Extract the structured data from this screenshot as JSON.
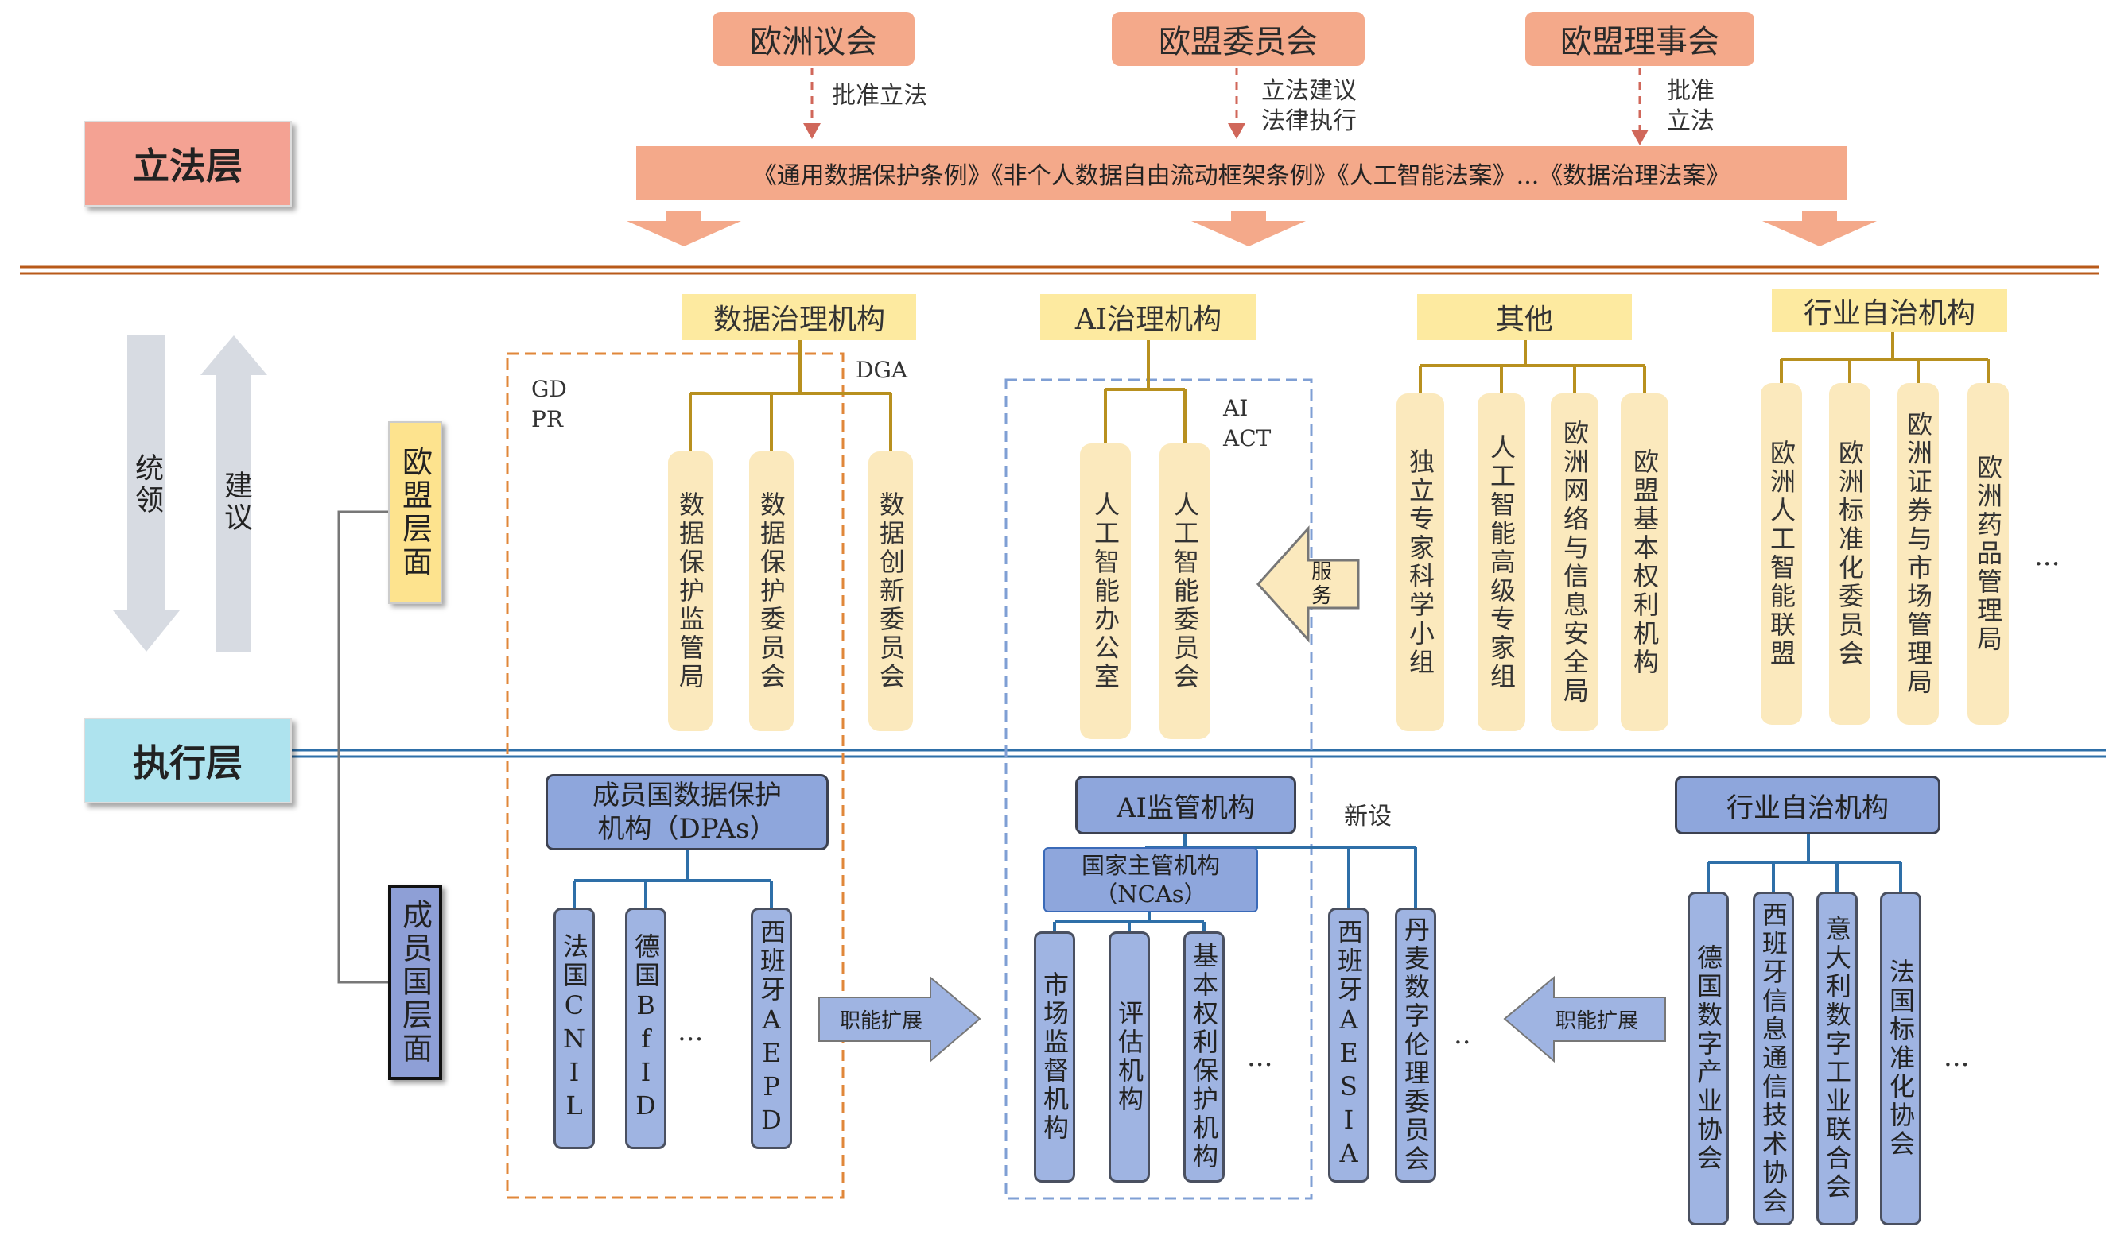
{
  "top_bodies": [
    "欧洲议会",
    "欧盟委员会",
    "欧盟理事会"
  ],
  "top_notes": {
    "parliament": "批准立法",
    "commission_1": "立法建议",
    "commission_2": "法律执行",
    "council_1": "批准",
    "council_2": "立法"
  },
  "laws_bar": "《通用数据保护条例》《非个人数据自由流动框架条例》《人工智能法案》...《数据治理法案》",
  "layers": {
    "legislative": "立法层",
    "executive": "执行层"
  },
  "side_arrows": {
    "down": "统领",
    "up": "建议"
  },
  "levels": {
    "eu": "欧盟层面",
    "member": "成员国层面"
  },
  "eu": {
    "data_gov": {
      "title": "数据治理机构",
      "gdpr_1": "GD",
      "gdpr_2": "PR",
      "dga": "DGA",
      "items": [
        "数据保护监管局",
        "数据保护委员会",
        "数据创新委员会"
      ]
    },
    "ai_gov": {
      "title": "AI治理机构",
      "act_1": "AI",
      "act_2": "ACT",
      "items": [
        "人工智能办公室",
        "人工智能委员会"
      ]
    },
    "others": {
      "title": "其他",
      "items": [
        "独立专家科学小组",
        "人工智能高级专家组",
        "欧洲网络与信息安全局",
        "欧盟基本权利机构"
      ]
    },
    "industry": {
      "title": "行业自治机构",
      "items": [
        "欧洲人工智能联盟",
        "欧洲标准化委员会",
        "欧洲证券与市场管理局",
        "欧洲药品管理局"
      ],
      "more": "..."
    },
    "service_arrow": "服务"
  },
  "member": {
    "dpa": {
      "title_1": "成员国数据保护",
      "title_2": "机构（DPAs）",
      "items": [
        "法国CNIL",
        "德国BfID",
        "西班牙AEPD"
      ],
      "more": "..."
    },
    "ai_sup": {
      "title": "AI监管机构",
      "nca_1": "国家主管机构",
      "nca_2": "（NCAs）",
      "new_label": "新设",
      "items": [
        "市场监督机构",
        "评估机构",
        "基本权利保护机构"
      ],
      "more": "...",
      "new_items": [
        "西班牙AESIA",
        "丹麦数字伦理委员会"
      ],
      "more2": ".."
    },
    "industry": {
      "title": "行业自治机构",
      "items": [
        "德国数字产业协会",
        "西班牙信息通信技术协会",
        "意大利数字工业联合会",
        "法国标准化协会"
      ],
      "more": "..."
    },
    "arrow_left": "职能扩展",
    "arrow_right": "职能扩展"
  },
  "colors": {
    "legislative_bg": "#f4a293",
    "executive_bg": "#aee3ee",
    "orange_line": "#b85a1a",
    "blue_line": "#2e6fa8",
    "yellow": "#fdeaa0",
    "blue_box": "#9fb4e2"
  }
}
